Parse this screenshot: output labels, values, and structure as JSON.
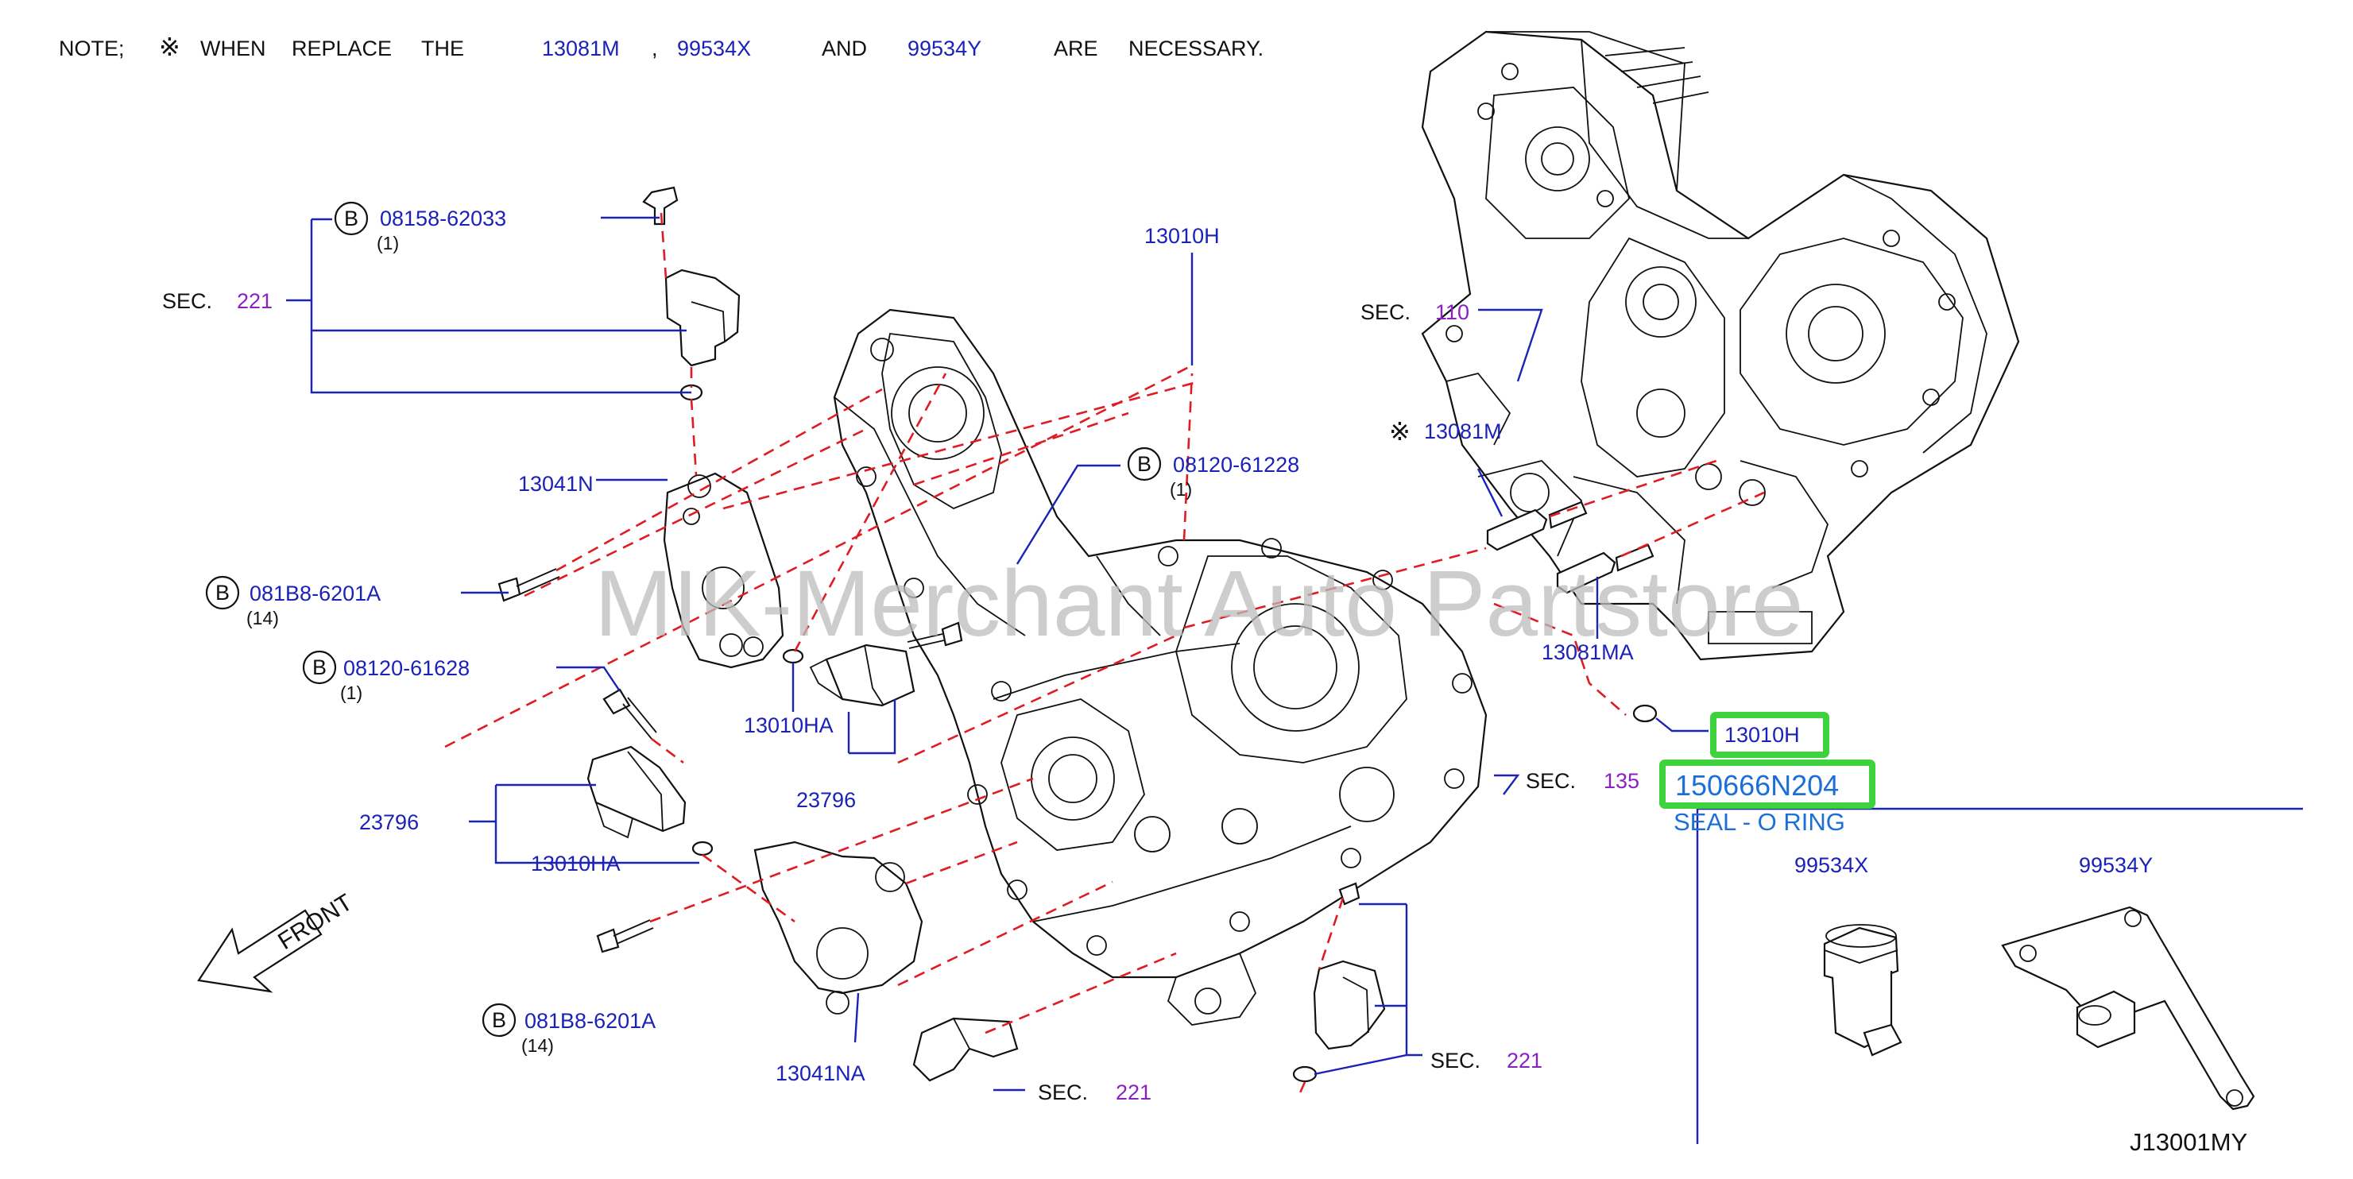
{
  "note": {
    "prefix": "NOTE;",
    "symbol": "※",
    "when": "WHEN",
    "replace": "REPLACE",
    "the": "THE",
    "part1": "13081M",
    "comma": ",",
    "part2": "99534X",
    "and": "AND",
    "part3": "99534Y",
    "are": "ARE",
    "necessary": "NECESSARY."
  },
  "watermark": "MIK-Merchant Auto Partstore",
  "labels": {
    "b": "B",
    "bolt_08158": "08158-62033",
    "qty_08158": "(1)",
    "sec_221_left_prefix": "SEC.",
    "sec_221_left_num": "221",
    "h13010h_top": "13010H",
    "bolt_08120_61228": "08120-61228",
    "qty_08120_61228": "(1)",
    "p13041n": "13041N",
    "bolt_081b8_top": "081B8-6201A",
    "qty_081b8_top": "(14)",
    "bolt_08120_61628": "08120-61628",
    "qty_08120_61628": "(1)",
    "p13010ha_mid": "13010HA",
    "p23796_mid": "23796",
    "p23796_left": "23796",
    "p13010ha_left": "13010HA",
    "front": "FRONT",
    "bolt_081b8_bottom": "081B8-6201A",
    "qty_081b8_bottom": "(14)",
    "p13041na": "13041NA",
    "sec_221_bottom_prefix": "SEC.",
    "sec_221_bottom_num": "221",
    "sec_221_right_prefix": "SEC.",
    "sec_221_right_num": "221",
    "sec_110_prefix": "SEC.",
    "sec_110_num": "110",
    "p13081m_symbol": "※",
    "p13081m": "13081M",
    "p13081ma": "13081MA",
    "p13010h_right": "13010H",
    "sec_135_prefix": "SEC.",
    "sec_135_num": "135",
    "part_number": "150666N204",
    "seal_desc": "SEAL - O RING",
    "p99534x": "99534X",
    "p99534y": "99534Y",
    "diagram_id": "J13001MY"
  },
  "colors": {
    "callout_blue": "#1a22b8",
    "section_purple": "#8a1fc4",
    "dashed_red": "#e11b22",
    "highlight_green": "#3ed23e",
    "part_number_blue": "#1b6fd8"
  }
}
